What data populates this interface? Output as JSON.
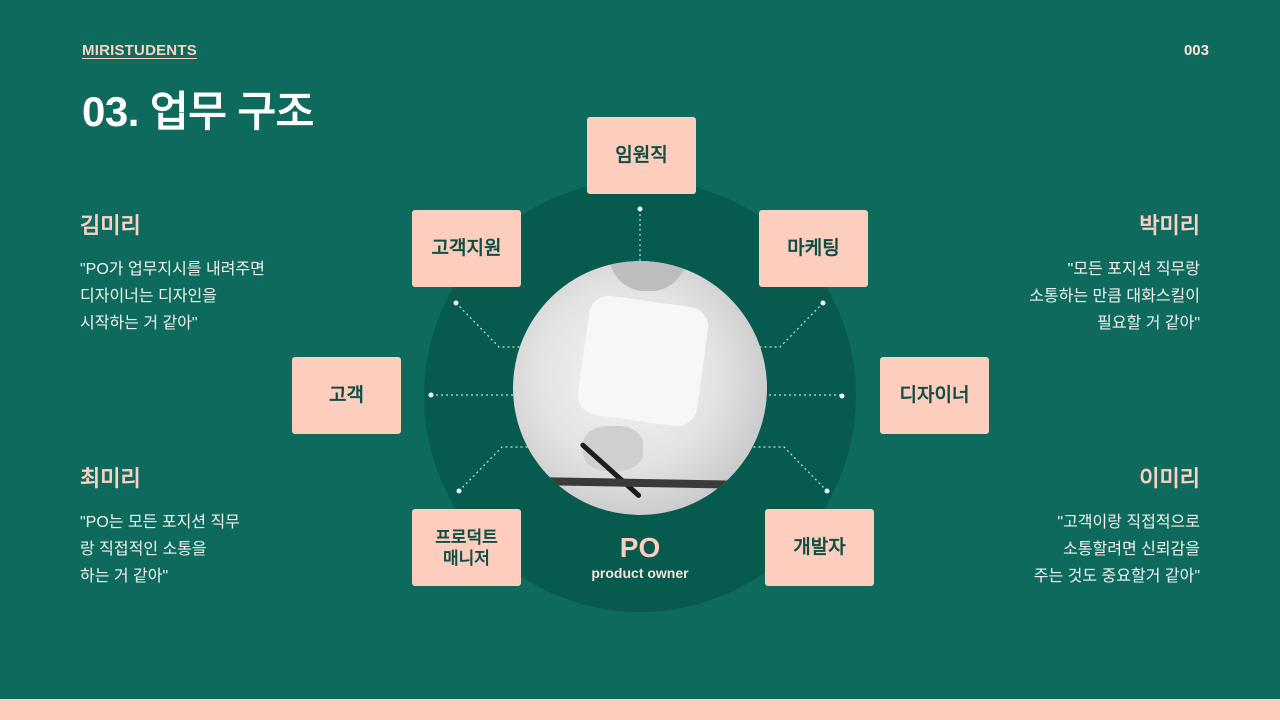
{
  "header": {
    "brand": "MIRISTUDENTS",
    "page_number": "003",
    "title": "03. 업무 구조"
  },
  "quotes": [
    {
      "name": "김미리",
      "lines": [
        "\"PO가 업무지시를 내려주면",
        "디자이너는 디자인을",
        "시작하는 거 같아\""
      ]
    },
    {
      "name": "최미리",
      "lines": [
        "\"PO는 모든 포지션 직무",
        "랑 직접적인 소통을",
        "하는 거 같아\""
      ]
    },
    {
      "name": "박미리",
      "lines": [
        "\"모든 포지션 직무랑",
        "소통하는 만큼 대화스킬이",
        "필요할 거 같아\""
      ]
    },
    {
      "name": "이미리",
      "lines": [
        "\"고객이랑 직접적으로",
        "소통할려면 신뢰감을",
        "주는 것도 중요할거 같아\""
      ]
    }
  ],
  "diagram": {
    "center": {
      "title": "PO",
      "subtitle": "product owner",
      "image": "person-writing-photo"
    },
    "nodes": [
      {
        "id": "executives",
        "label": "임원직"
      },
      {
        "id": "customer-support",
        "label": "고객지원"
      },
      {
        "id": "marketing",
        "label": "마케팅"
      },
      {
        "id": "customer",
        "label": "고객"
      },
      {
        "id": "designer",
        "label": "디자이너"
      },
      {
        "id": "product-manager",
        "label_line1": "프로덕트",
        "label_line2": "매니저"
      },
      {
        "id": "developer",
        "label": "개발자"
      }
    ]
  },
  "colors": {
    "background": "#0d6a5d",
    "inner_circle": "#075a4e",
    "accent_peach": "#fdcdbe",
    "node_text": "#0f4e45"
  }
}
